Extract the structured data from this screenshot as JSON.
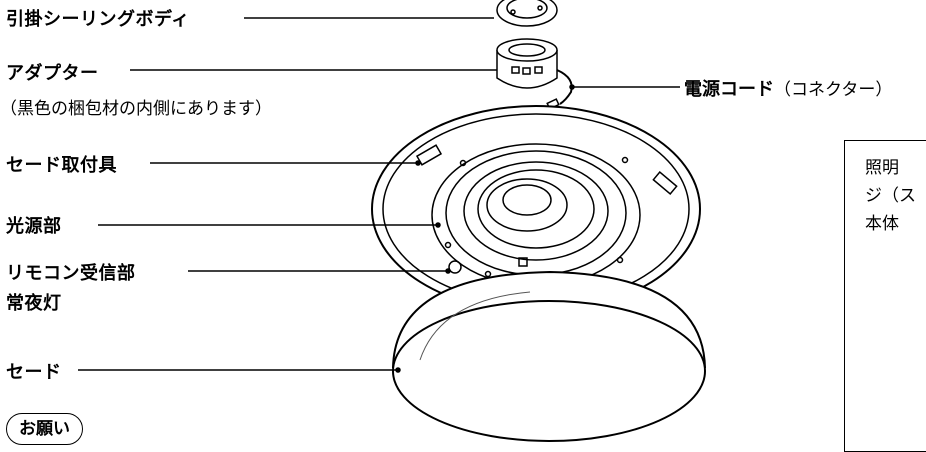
{
  "labels": {
    "hook_body": "引掛シーリングボディ",
    "adapter": "アダプター",
    "adapter_note": "（黒色の梱包材の内側にあります）",
    "power_cord_bold": "電源コード",
    "power_cord_rest": "（コネクター）",
    "shade_holder": "セード取付具",
    "light_source": "光源部",
    "remote_receiver": "リモコン受信部",
    "night_light": "常夜灯",
    "shade": "セード"
  },
  "side_note": {
    "line1": "照明",
    "line2": "ジ（ス",
    "line3": "本体"
  },
  "notice": "お願い"
}
